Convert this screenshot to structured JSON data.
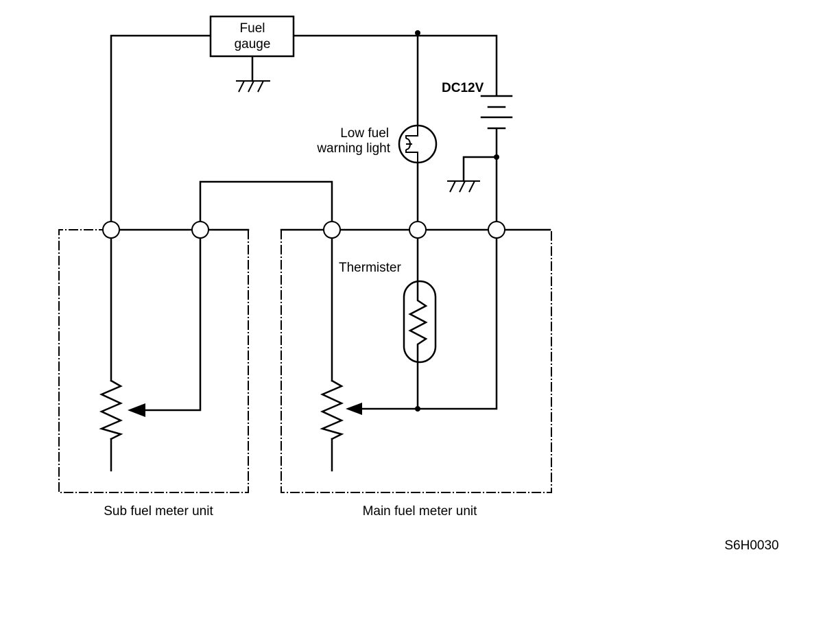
{
  "labels": {
    "fuel_gauge_line1": "Fuel",
    "fuel_gauge_line2": "gauge",
    "battery": "DC12V",
    "warning_light_line1": "Low fuel",
    "warning_light_line2": "warning light",
    "thermister": "Thermister",
    "sub_unit": "Sub fuel meter unit",
    "main_unit": "Main fuel meter unit",
    "figure_code": "S6H0030"
  }
}
